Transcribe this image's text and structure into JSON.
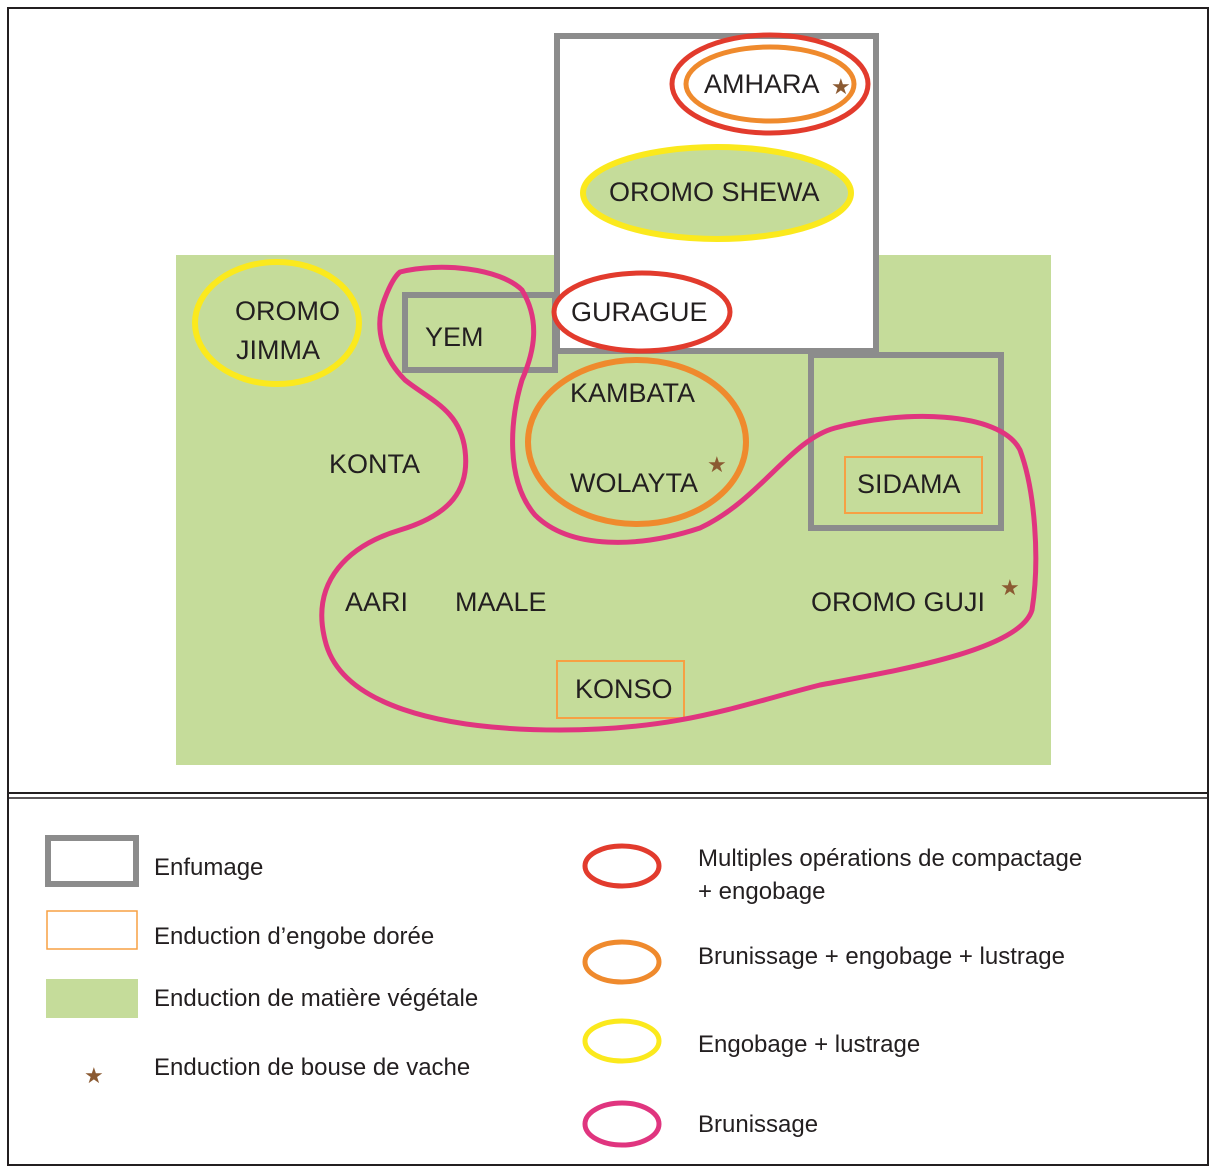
{
  "colors": {
    "vegetal": "#c5dc9a",
    "smoking": "#8c8c8c",
    "golden_slip": "#f7a043",
    "compaction": "#e23b2d",
    "burnishing_slip_polish": "#ef8a2d",
    "slip_polish": "#fbe91d",
    "burnishing": "#e0357f",
    "cow_dung": "#8b5a32",
    "frame": "#231f20"
  },
  "groups": {
    "amhara": "AMHARA",
    "oromo_shewa": "OROMO SHEWA",
    "gurague": "GURAGUE",
    "oromo_jimma_line1": "OROMO",
    "oromo_jimma_line2": "JIMMA",
    "yem": "YEM",
    "kambata": "KAMBATA",
    "wolayta": "WOLAYTA",
    "konta": "KONTA",
    "sidama": "SIDAMA",
    "aari": "AARI",
    "maale": "MAALE",
    "oromo_guji": "OROMO GUJI",
    "konso": "KONSO"
  },
  "legend": {
    "enfumage": "Enfumage",
    "enduction_engobe": "Enduction d’engobe dorée",
    "enduction_vegetale": "Enduction de matière végétale",
    "enduction_bouse": "Enduction de bouse de vache",
    "compactage_line1": "Multiples opérations de compactage",
    "compactage_line2": "+ engobage",
    "brunissage_engobage_lustrage": "Brunissage + engobage + lustrage",
    "engobage_lustrage": "Engobage + lustrage",
    "brunissage": "Brunissage"
  },
  "icons": {
    "cow_dung_marker": "★"
  }
}
